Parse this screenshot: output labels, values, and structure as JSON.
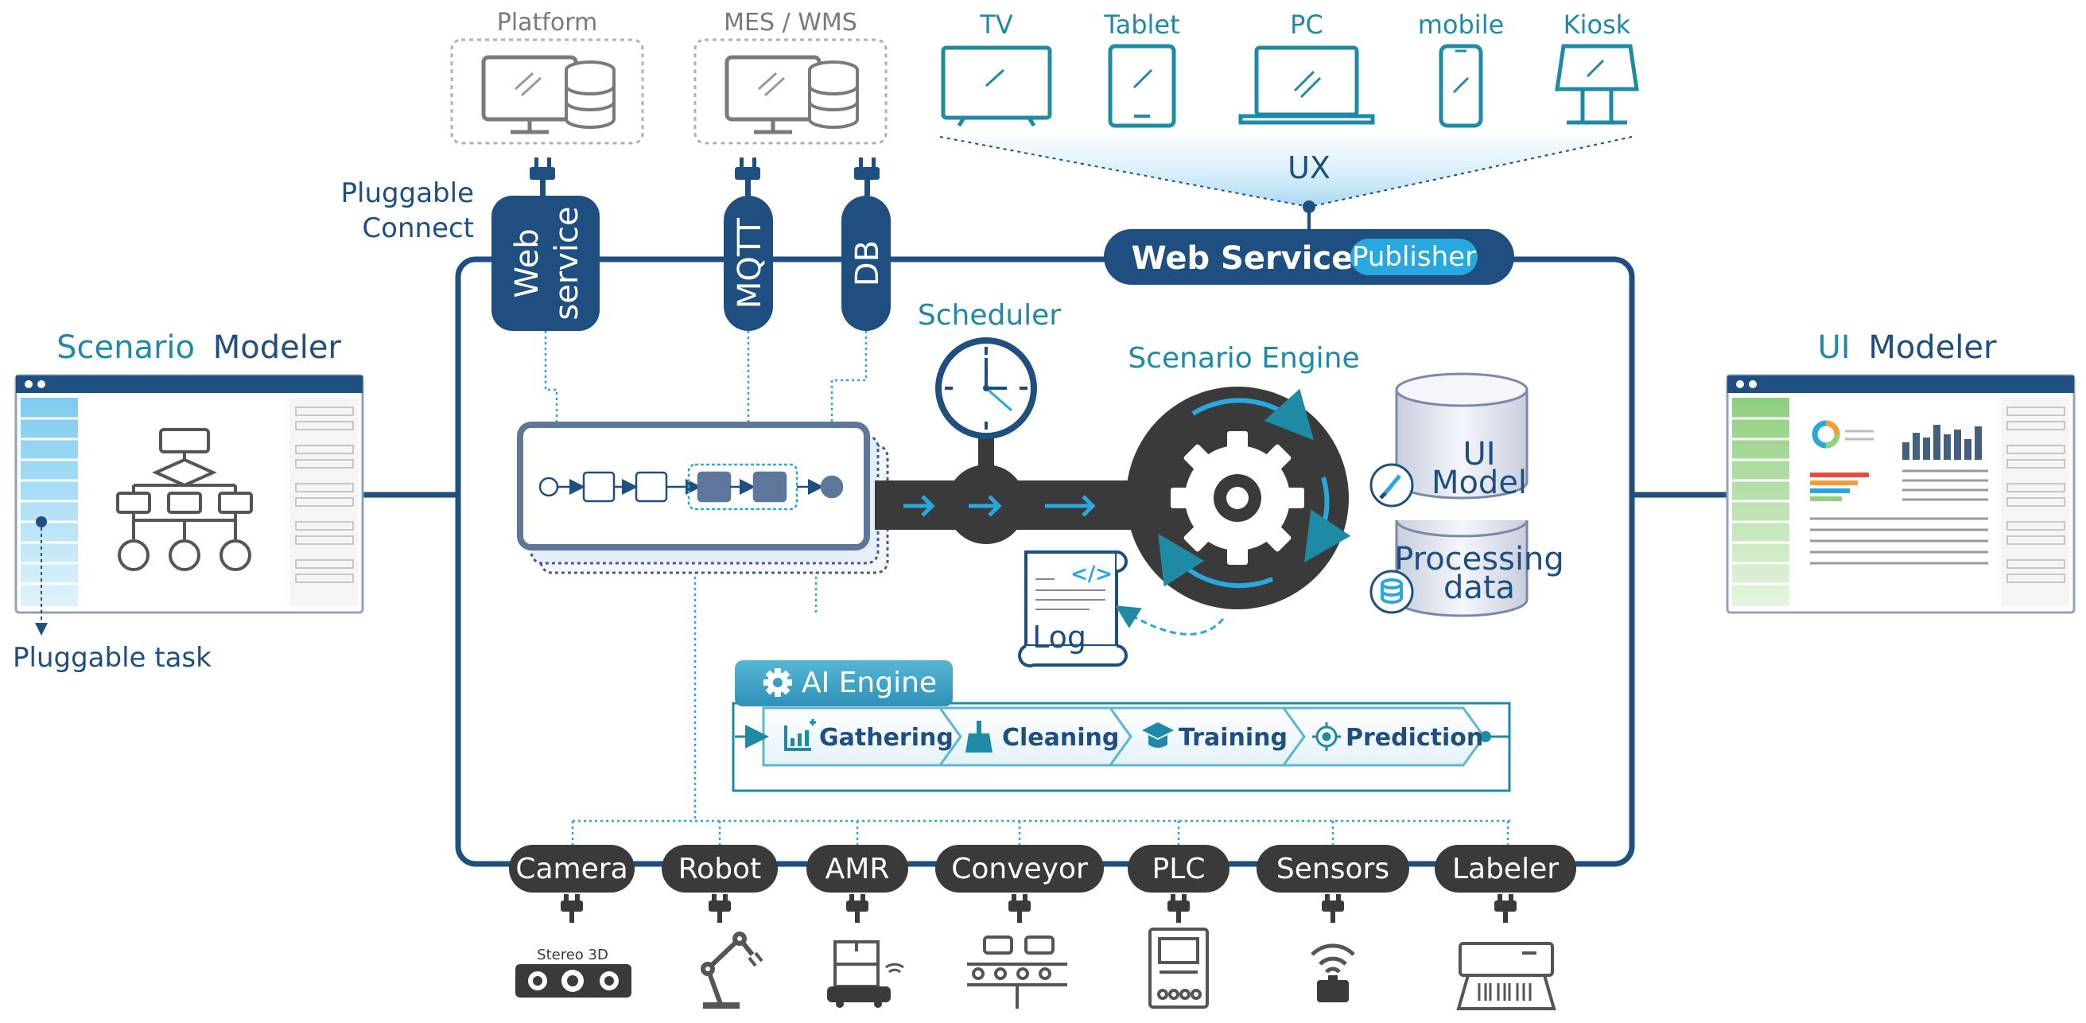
{
  "top_sources": {
    "platform": "Platform",
    "mes_wms": "MES / WMS"
  },
  "devices": {
    "tv": "TV",
    "tablet": "Tablet",
    "pc": "PC",
    "mobile": "mobile",
    "kiosk": "Kiosk"
  },
  "ux_label": "UX",
  "pluggable_connect": {
    "line1": "Pluggable",
    "line2": "Connect"
  },
  "connectors": {
    "web_service_line1": "Web",
    "web_service_line2": "service",
    "mqtt": "MQTT",
    "db": "DB"
  },
  "publisher_bar": {
    "title": "Web Service",
    "badge": "Publisher"
  },
  "scenario_modeler": {
    "title_accent": "Scenario",
    "title_rest": "Modeler",
    "pluggable_task": "Pluggable task"
  },
  "ui_modeler": {
    "title_accent": "UI",
    "title_rest": "Modeler"
  },
  "scheduler": "Scheduler",
  "scenario_engine": "Scenario Engine",
  "log": "Log",
  "ui_model": {
    "line1": "UI",
    "line2": "Model"
  },
  "processing_data": {
    "line1": "Processing",
    "line2": "data"
  },
  "ai_engine": {
    "title": "AI Engine",
    "steps": [
      "Gathering",
      "Cleaning",
      "Training",
      "Prediction"
    ]
  },
  "stereo_3d": "Stereo 3D",
  "bottom_devices": [
    "Camera",
    "Robot",
    "AMR",
    "Conveyor",
    "PLC",
    "Sensors",
    "Labeler"
  ],
  "colors": {
    "navy": "#1e4f80",
    "teal": "#1f8aa5",
    "light_blue": "#29a8e0",
    "dark_gray": "#3a3a3a"
  }
}
